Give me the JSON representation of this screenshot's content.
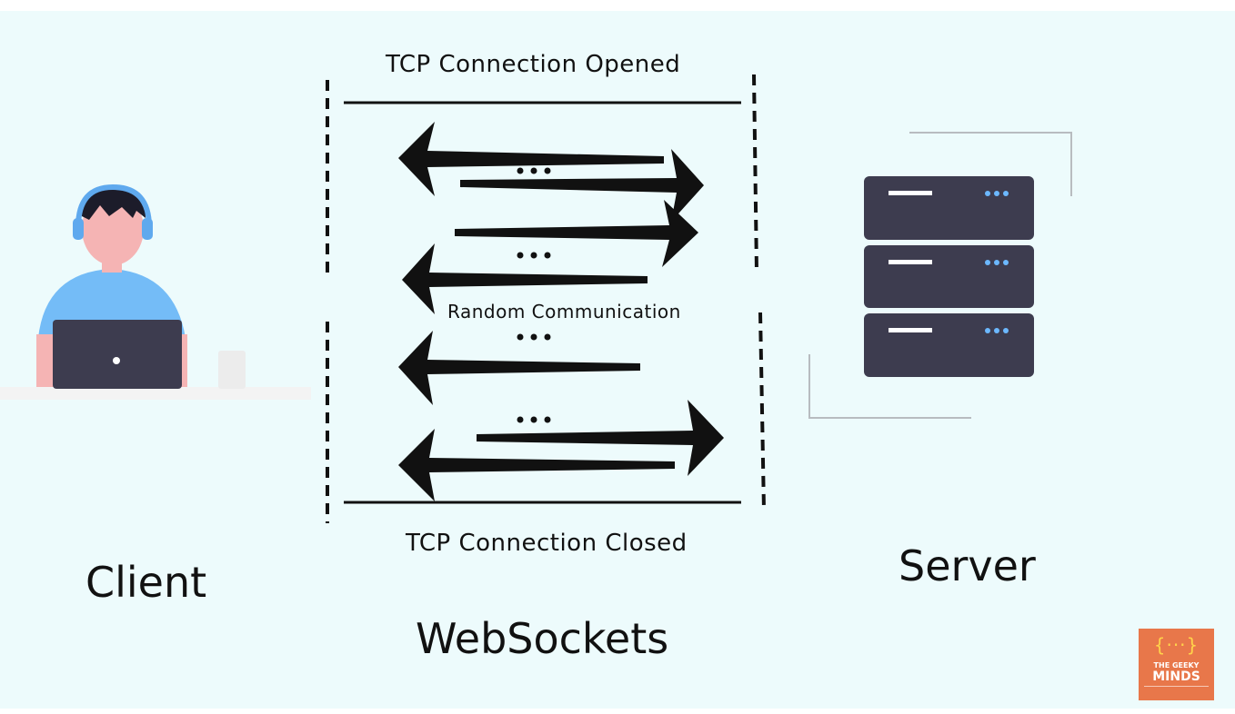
{
  "labels": {
    "tcp_opened": "TCP Connection Opened",
    "random_communication": "Random Communication",
    "tcp_closed": "TCP Connection Closed",
    "client": "Client",
    "server": "Server",
    "title": "WebSockets"
  },
  "logo": {
    "mark": "{···}",
    "line1": "THE GEEKY",
    "line2": "MINDS"
  },
  "colors": {
    "background": "#edfbfc",
    "ink": "#111111",
    "server": "#3d3c4f",
    "server_dots": "#6cb8ff",
    "shirt": "#74bcf7",
    "skin": "#f5b4b4",
    "logo": "#e8774a"
  },
  "icons": {
    "client": "person-at-laptop-icon",
    "server": "server-rack-icon"
  }
}
